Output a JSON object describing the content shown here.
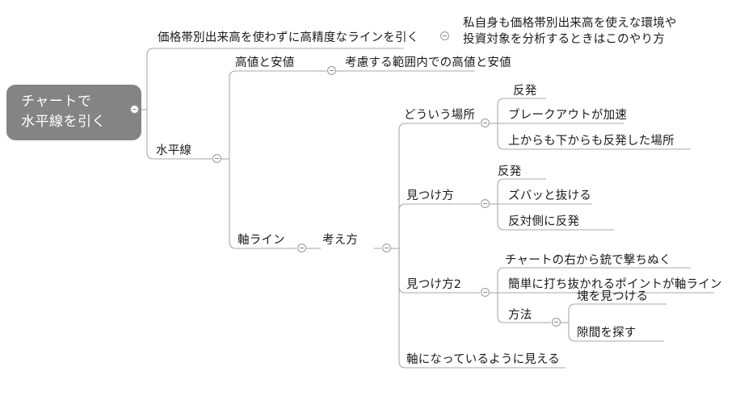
{
  "document": {
    "type": "mind-map",
    "title": "チャートで水平線を引く",
    "background_color": "#ffffff",
    "root_fill_color": "#848484",
    "root_text_color": "#ffffff",
    "line_color": "#a9a9a9",
    "text_color": "#1a1a1a"
  },
  "root": {
    "line1": "チャートで",
    "line2": "水平線を引く"
  },
  "nodes": {
    "kakakutaibetsu": "価格帯別出来高を使わずに高精度なラインを引く",
    "watashi_jishin_line1": "私自身も価格帯別出来高を使えな環境や",
    "watashi_jishin_line2": "投資対象を分析するときはこのやり方",
    "suiheisen": "水平線",
    "takane_yasune": "高値と安値",
    "kouryo_hani": "考慮する範囲内での高値と安値",
    "jiku_line": "軸ライン",
    "kangaekata": "考え方",
    "douiu_basho": "どういう場所",
    "hanpatsu_1": "反発",
    "breakout": "ブレークアウトが加速",
    "ue_shita": "上からも下からも反発した場所",
    "mitsukekata": "見つけ方",
    "hanpatsu_2": "反発",
    "zubatto": "ズバッと抜ける",
    "hantaigawa": "反対側に反発",
    "mitsukekata2": "見つけ方2",
    "chart_migi": "チャートの右から銃で撃ちぬく",
    "kantan": "簡単に打ち抜かれるポイントが軸ライン",
    "houhou": "方法",
    "katamari": "塊を見つける",
    "sukima": "隙間を探す",
    "jiku_ni_natte": "軸になっているように見える"
  },
  "toggles": {
    "icon": "collapse-minus-icon",
    "count": 8
  }
}
